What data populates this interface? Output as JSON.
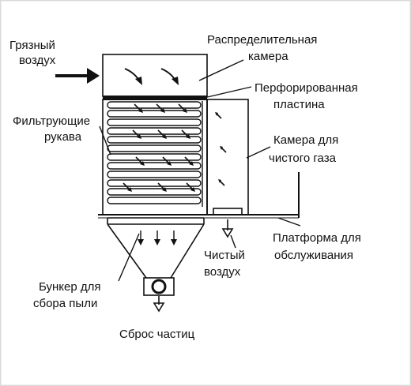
{
  "labels": {
    "dirty_air_1": "Грязный",
    "dirty_air_2": "воздух",
    "distribution_chamber_1": "Распределительная",
    "distribution_chamber_2": "камера",
    "perforated_plate_1": "Перфорированная",
    "perforated_plate_2": "пластина",
    "filter_bags_1": "Фильтрующие",
    "filter_bags_2": "рукава",
    "clean_gas_chamber_1": "Камера для",
    "clean_gas_chamber_2": "чистого газа",
    "service_platform_1": "Платформа для",
    "service_platform_2": "обслуживания",
    "clean_air_1": "Чистый",
    "clean_air_2": "воздух",
    "dust_hopper_1": "Бункер для",
    "dust_hopper_2": "сбора пыли",
    "particle_discharge": "Сброс частиц"
  },
  "colors": {
    "ink": "#111111",
    "background": "#ffffff",
    "frame": "#d9d9d9"
  }
}
